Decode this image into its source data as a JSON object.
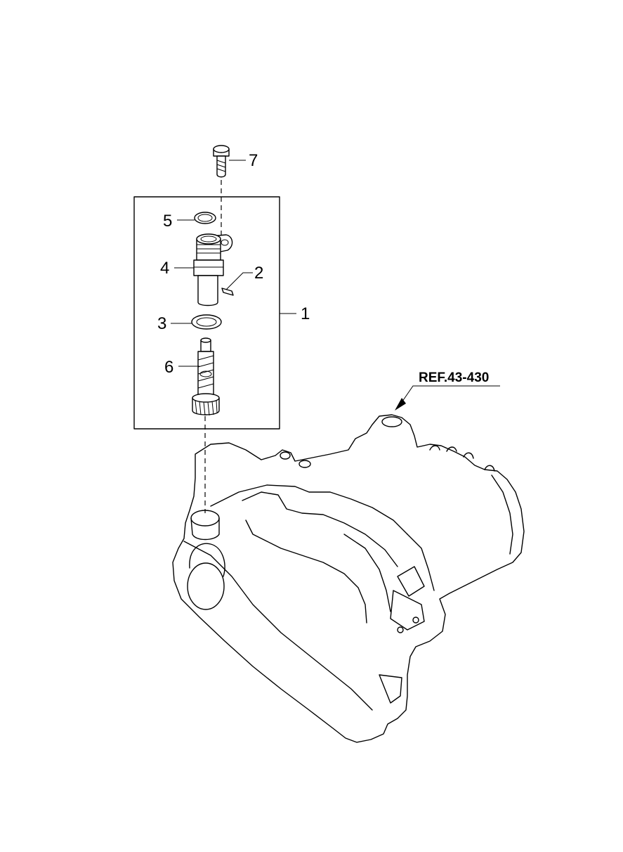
{
  "callouts": {
    "p1": "1",
    "p2": "2",
    "p3": "3",
    "p4": "4",
    "p5": "5",
    "p6": "6",
    "p7": "7"
  },
  "reference": "REF.43-430"
}
